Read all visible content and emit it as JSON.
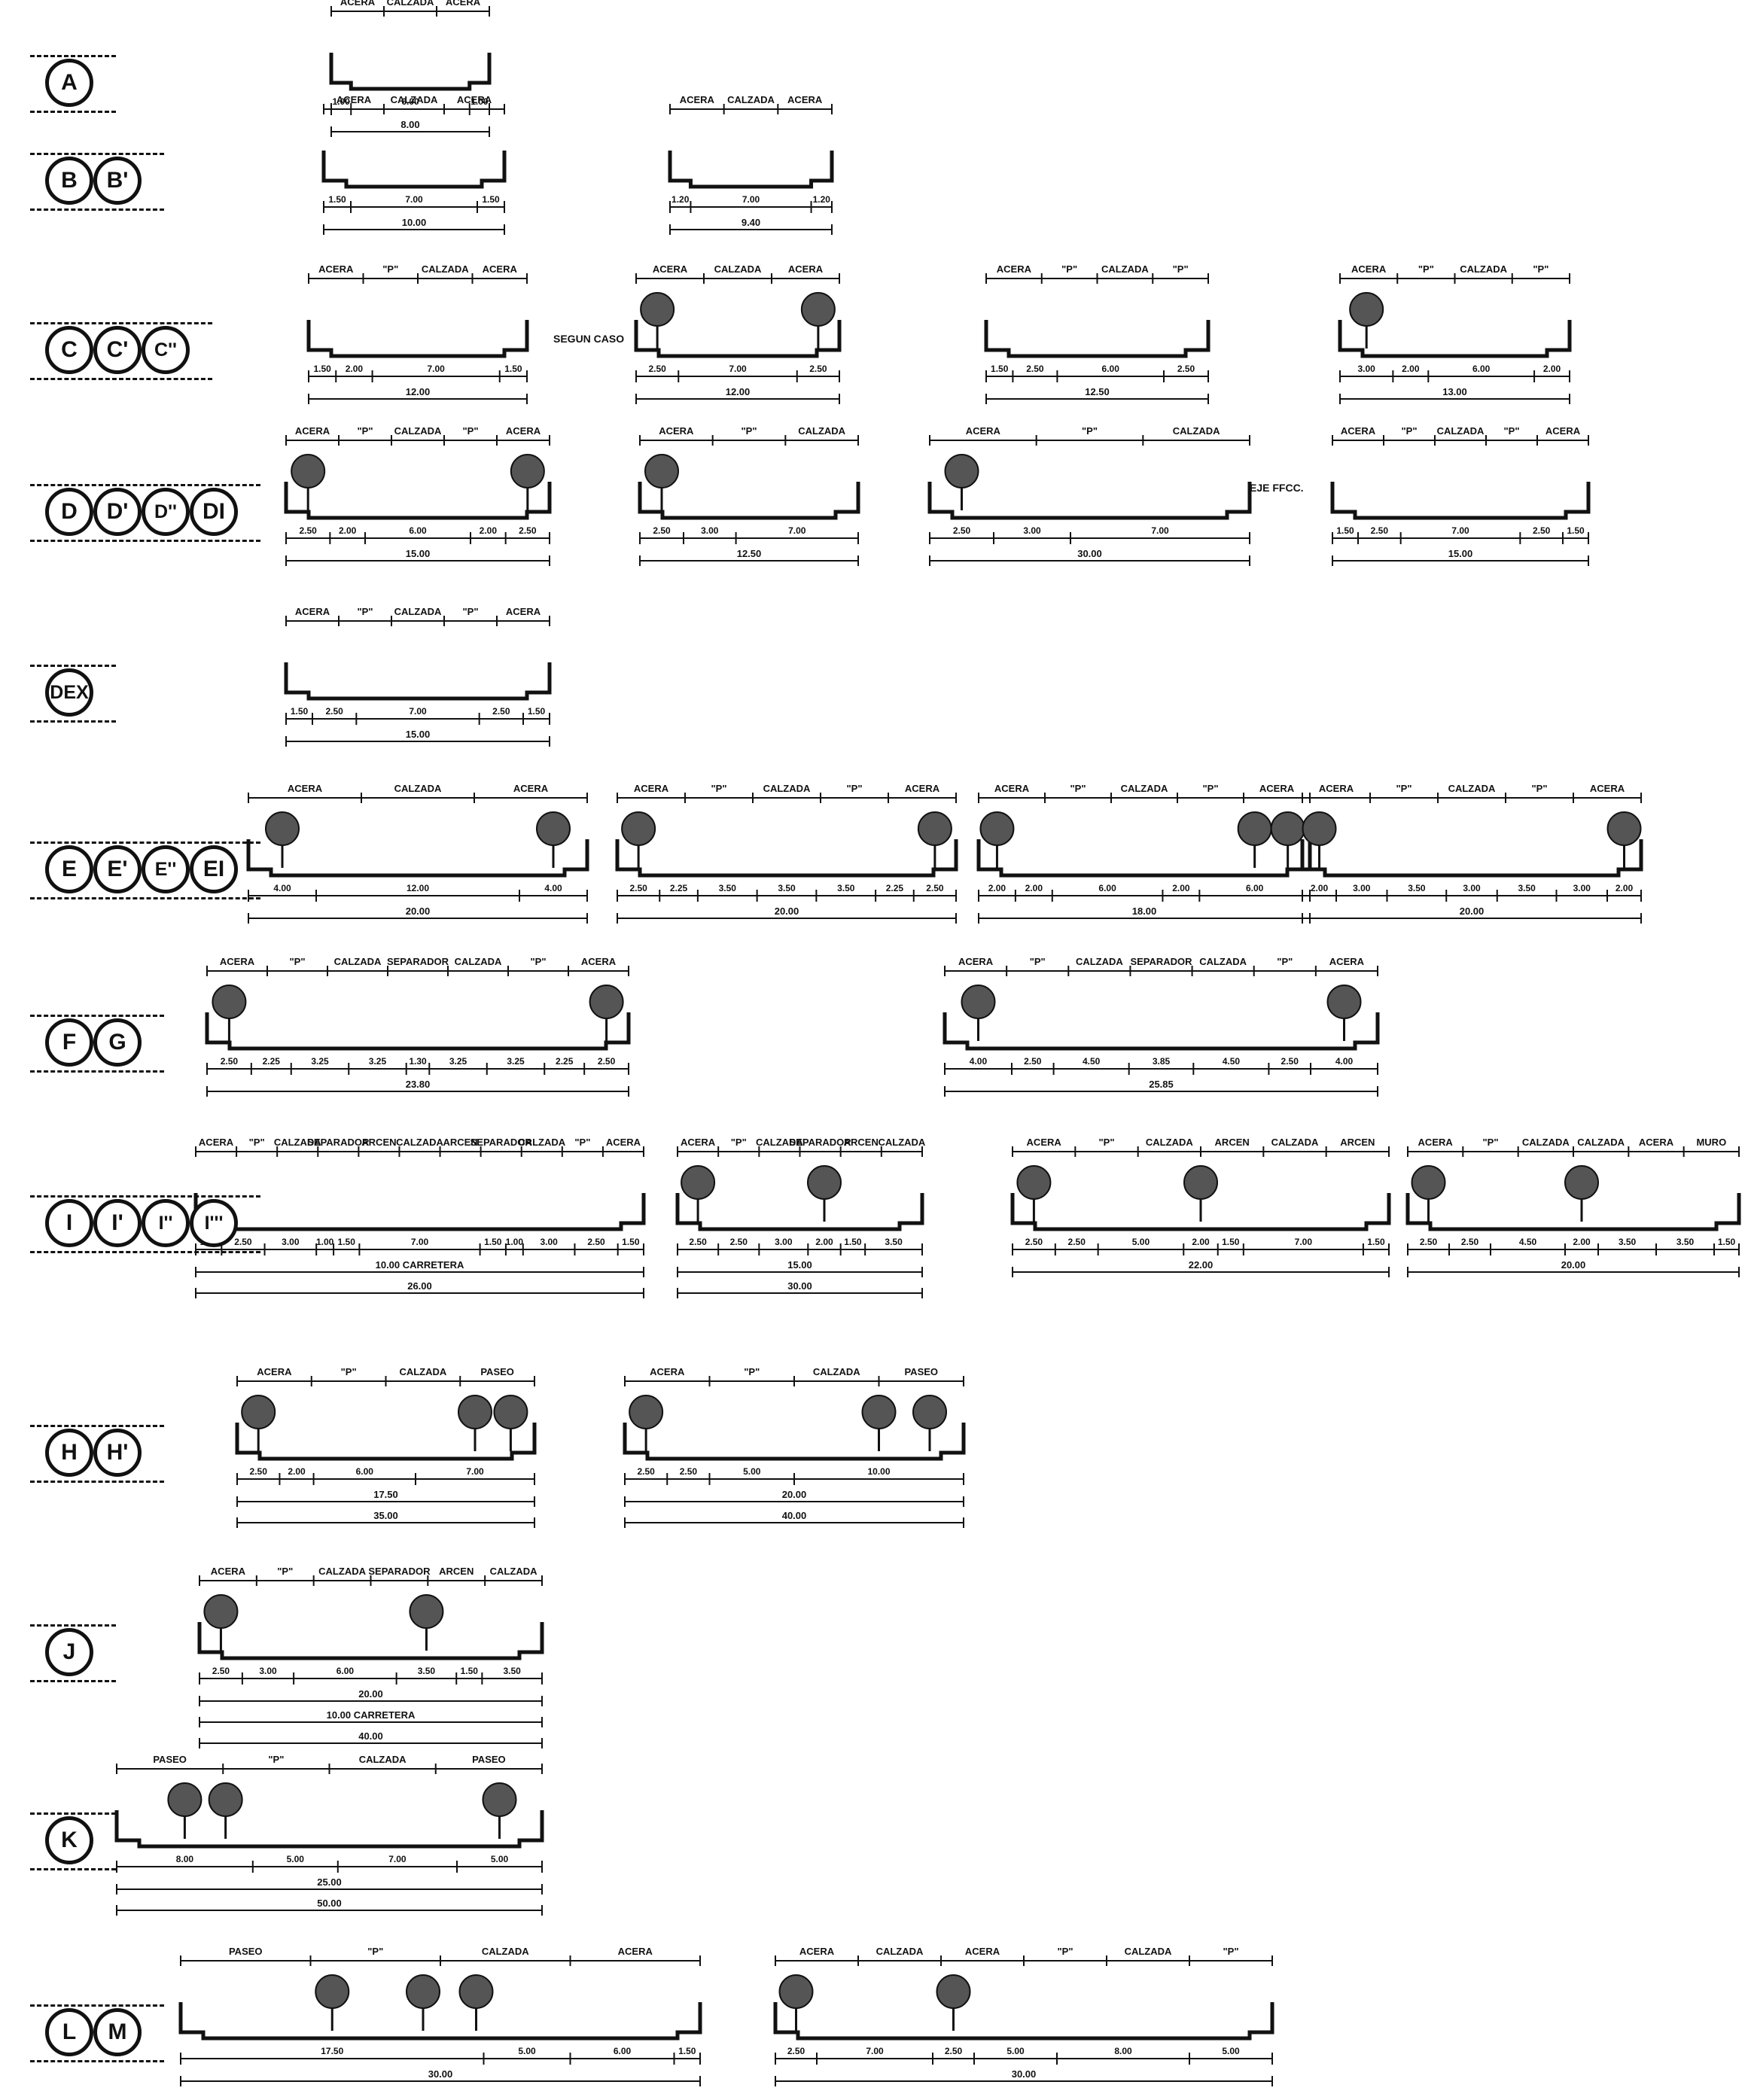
{
  "rows": [
    {
      "id": "A",
      "badges": [
        "A"
      ]
    },
    {
      "id": "B",
      "badges": [
        "B",
        "B'"
      ]
    },
    {
      "id": "C",
      "badges": [
        "C",
        "C'",
        "C''"
      ]
    },
    {
      "id": "D",
      "badges": [
        "D",
        "D'",
        "D''",
        "DI"
      ]
    },
    {
      "id": "DEX",
      "badges": [
        "DEX"
      ]
    },
    {
      "id": "E",
      "badges": [
        "E",
        "E'",
        "E''",
        "EI"
      ]
    },
    {
      "id": "FG",
      "badges": [
        "F",
        "G"
      ]
    },
    {
      "id": "I",
      "badges": [
        "I",
        "I'",
        "I''",
        "I'''"
      ]
    },
    {
      "id": "H",
      "badges": [
        "H",
        "H'"
      ]
    },
    {
      "id": "J",
      "badges": [
        "J"
      ]
    },
    {
      "id": "K",
      "badges": [
        "K"
      ]
    },
    {
      "id": "LM",
      "badges": [
        "L",
        "M"
      ]
    }
  ],
  "sections": [
    {
      "row": "A",
      "top": [
        "ACERA",
        "CALZADA",
        "ACERA"
      ],
      "dims": [
        "1.00",
        "6.00",
        "1.00"
      ],
      "totals": [
        "8.00"
      ],
      "trees": []
    },
    {
      "row": "B",
      "top": [
        "ACERA",
        "CALZADA",
        "ACERA"
      ],
      "dims": [
        "1.50",
        "7.00",
        "1.50"
      ],
      "totals": [
        "10.00"
      ],
      "trees": []
    },
    {
      "row": "B",
      "top": [
        "ACERA",
        "CALZADA",
        "ACERA"
      ],
      "dims": [
        "1.20",
        "7.00",
        "1.20"
      ],
      "totals": [
        "9.40"
      ],
      "trees": []
    },
    {
      "row": "C",
      "top": [
        "ACERA",
        "\"P\"",
        "CALZADA",
        "ACERA"
      ],
      "dims": [
        "1.50",
        "2.00",
        "7.00",
        "1.50"
      ],
      "totals": [
        "12.00"
      ],
      "trees": []
    },
    {
      "row": "C",
      "top": [
        "ACERA",
        "CALZADA",
        "ACERA"
      ],
      "dims": [
        "2.50",
        "7.00",
        "2.50"
      ],
      "totals": [
        "12.00"
      ],
      "trees": [
        0,
        2
      ]
    },
    {
      "row": "C",
      "top": [
        "ACERA",
        "\"P\"",
        "CALZADA",
        "\"P\""
      ],
      "dims": [
        "1.50",
        "2.50",
        "6.00",
        "2.50"
      ],
      "totals": [
        "12.50"
      ],
      "trees": []
    },
    {
      "row": "C",
      "top": [
        "ACERA",
        "\"P\"",
        "CALZADA",
        "\"P\""
      ],
      "dims": [
        "3.00",
        "2.00",
        "6.00",
        "2.00"
      ],
      "totals": [
        "13.00"
      ],
      "trees": [
        0
      ]
    },
    {
      "row": "D",
      "top": [
        "ACERA",
        "\"P\"",
        "CALZADA",
        "\"P\"",
        "ACERA"
      ],
      "dims": [
        "2.50",
        "2.00",
        "6.00",
        "2.00",
        "2.50"
      ],
      "totals": [
        "15.00"
      ],
      "trees": [
        0,
        4
      ]
    },
    {
      "row": "D",
      "top": [
        "ACERA",
        "\"P\"",
        "CALZADA"
      ],
      "dims": [
        "2.50",
        "3.00",
        "7.00"
      ],
      "totals": [
        "12.50"
      ],
      "trees": [
        0
      ]
    },
    {
      "row": "D",
      "top": [
        "ACERA",
        "\"P\"",
        "CALZADA"
      ],
      "dims": [
        "2.50",
        "3.00",
        "7.00"
      ],
      "totals": [
        "30.00"
      ],
      "trees": [
        0
      ]
    },
    {
      "row": "D",
      "top": [
        "ACERA",
        "\"P\"",
        "CALZADA",
        "\"P\"",
        "ACERA"
      ],
      "dims": [
        "1.50",
        "2.50",
        "7.00",
        "2.50",
        "1.50"
      ],
      "totals": [
        "15.00"
      ],
      "trees": []
    },
    {
      "row": "DEX",
      "top": [
        "ACERA",
        "\"P\"",
        "CALZADA",
        "\"P\"",
        "ACERA"
      ],
      "dims": [
        "1.50",
        "2.50",
        "7.00",
        "2.50",
        "1.50"
      ],
      "totals": [
        "15.00"
      ],
      "trees": []
    },
    {
      "row": "E",
      "top": [
        "ACERA",
        "CALZADA",
        "ACERA"
      ],
      "dims": [
        "4.00",
        "12.00",
        "4.00"
      ],
      "totals": [
        "20.00"
      ],
      "trees": [
        0,
        2
      ]
    },
    {
      "row": "E",
      "top": [
        "ACERA",
        "\"P\"",
        "CALZADA",
        "\"P\"",
        "ACERA"
      ],
      "dims": [
        "2.50",
        "2.25",
        "3.50",
        "3.50",
        "3.50",
        "2.25",
        "2.50"
      ],
      "totals": [
        "20.00"
      ],
      "trees": [
        0,
        6
      ]
    },
    {
      "row": "E",
      "top": [
        "ACERA",
        "\"P\"",
        "CALZADA",
        "\"P\"",
        "ACERA"
      ],
      "dims": [
        "2.00",
        "2.00",
        "6.00",
        "2.00",
        "6.00"
      ],
      "totals": [
        "18.00"
      ],
      "trees": [
        0,
        4,
        4
      ]
    },
    {
      "row": "E",
      "top": [
        "ACERA",
        "\"P\"",
        "CALZADA",
        "\"P\"",
        "ACERA"
      ],
      "dims": [
        "2.00",
        "3.00",
        "3.50",
        "3.00",
        "3.50",
        "3.00",
        "2.00"
      ],
      "totals": [
        "20.00"
      ],
      "trees": [
        0,
        6
      ]
    },
    {
      "row": "FG",
      "top": [
        "ACERA",
        "\"P\"",
        "CALZADA",
        "SEPARADOR",
        "CALZADA",
        "\"P\"",
        "ACERA"
      ],
      "dims": [
        "2.50",
        "2.25",
        "3.25",
        "3.25",
        "1.30",
        "3.25",
        "3.25",
        "2.25",
        "2.50"
      ],
      "totals": [
        "23.80"
      ],
      "trees": [
        0,
        8
      ]
    },
    {
      "row": "FG",
      "top": [
        "ACERA",
        "\"P\"",
        "CALZADA",
        "SEPARADOR",
        "CALZADA",
        "\"P\"",
        "ACERA"
      ],
      "dims": [
        "4.00",
        "2.50",
        "4.50",
        "3.85",
        "4.50",
        "2.50",
        "4.00"
      ],
      "totals": [
        "25.85"
      ],
      "trees": [
        0,
        6
      ]
    },
    {
      "row": "I",
      "top": [
        "ACERA",
        "\"P\"",
        "CALZADA",
        "SEPARADOR",
        "ARCEN",
        "CALZADA",
        "ARCEN",
        "SEPARADOR",
        "CALZADA",
        "\"P\"",
        "ACERA"
      ],
      "dims": [
        "1.50",
        "2.50",
        "3.00",
        "1.00",
        "1.50",
        "7.00",
        "1.50",
        "1.00",
        "3.00",
        "2.50",
        "1.50"
      ],
      "totals": [
        "10.00 CARRETERA",
        "26.00"
      ],
      "trees": []
    },
    {
      "row": "I",
      "top": [
        "ACERA",
        "\"P\"",
        "CALZADA",
        "SEPARADOR",
        "ARCEN",
        "CALZADA"
      ],
      "dims": [
        "2.50",
        "2.50",
        "3.00",
        "2.00",
        "1.50",
        "3.50"
      ],
      "totals": [
        "15.00",
        "30.00"
      ],
      "trees": [
        0,
        3
      ]
    },
    {
      "row": "I",
      "top": [
        "ACERA",
        "\"P\"",
        "CALZADA",
        "ARCEN",
        "CALZADA",
        "ARCEN"
      ],
      "dims": [
        "2.50",
        "2.50",
        "5.00",
        "2.00",
        "1.50",
        "7.00",
        "1.50"
      ],
      "totals": [
        "22.00"
      ],
      "trees": [
        0,
        3
      ]
    },
    {
      "row": "I",
      "top": [
        "ACERA",
        "\"P\"",
        "CALZADA",
        "CALZADA",
        "ACERA",
        "MURO"
      ],
      "dims": [
        "2.50",
        "2.50",
        "4.50",
        "2.00",
        "3.50",
        "3.50",
        "1.50"
      ],
      "totals": [
        "20.00"
      ],
      "trees": [
        0,
        3
      ]
    },
    {
      "row": "H",
      "top": [
        "ACERA",
        "\"P\"",
        "CALZADA",
        "PASEO"
      ],
      "dims": [
        "2.50",
        "2.00",
        "6.00",
        "7.00"
      ],
      "totals": [
        "17.50",
        "35.00"
      ],
      "trees": [
        0,
        3,
        3
      ]
    },
    {
      "row": "H",
      "top": [
        "ACERA",
        "\"P\"",
        "CALZADA",
        "PASEO"
      ],
      "dims": [
        "2.50",
        "2.50",
        "5.00",
        "10.00"
      ],
      "totals": [
        "20.00",
        "40.00"
      ],
      "trees": [
        0,
        3,
        3
      ]
    },
    {
      "row": "J",
      "top": [
        "ACERA",
        "\"P\"",
        "CALZADA",
        "SEPARADOR",
        "ARCEN",
        "CALZADA"
      ],
      "dims": [
        "2.50",
        "3.00",
        "6.00",
        "3.50",
        "1.50",
        "3.50"
      ],
      "totals": [
        "20.00",
        "10.00 CARRETERA",
        "40.00"
      ],
      "trees": [
        0,
        3
      ]
    },
    {
      "row": "K",
      "top": [
        "PASEO",
        "\"P\"",
        "CALZADA",
        "PASEO"
      ],
      "dims": [
        "8.00",
        "5.00",
        "7.00",
        "5.00"
      ],
      "totals": [
        "25.00",
        "50.00"
      ],
      "trees": [
        0,
        0,
        3
      ]
    },
    {
      "row": "LM",
      "top": [
        "PASEO",
        "\"P\"",
        "CALZADA",
        "ACERA"
      ],
      "dims": [
        "17.50",
        "5.00",
        "6.00",
        "1.50"
      ],
      "totals": [
        "30.00"
      ],
      "trees": [
        0,
        0,
        0
      ]
    },
    {
      "row": "LM",
      "top": [
        "ACERA",
        "CALZADA",
        "ACERA",
        "\"P\"",
        "CALZADA",
        "\"P\""
      ],
      "dims": [
        "2.50",
        "7.00",
        "2.50",
        "5.00",
        "8.00",
        "5.00"
      ],
      "totals": [
        "30.00"
      ],
      "trees": [
        0,
        2
      ]
    }
  ],
  "annotations": {
    "segun_caso": "SEGUN CASO",
    "eje_ffcc": "EJE FFCC."
  }
}
